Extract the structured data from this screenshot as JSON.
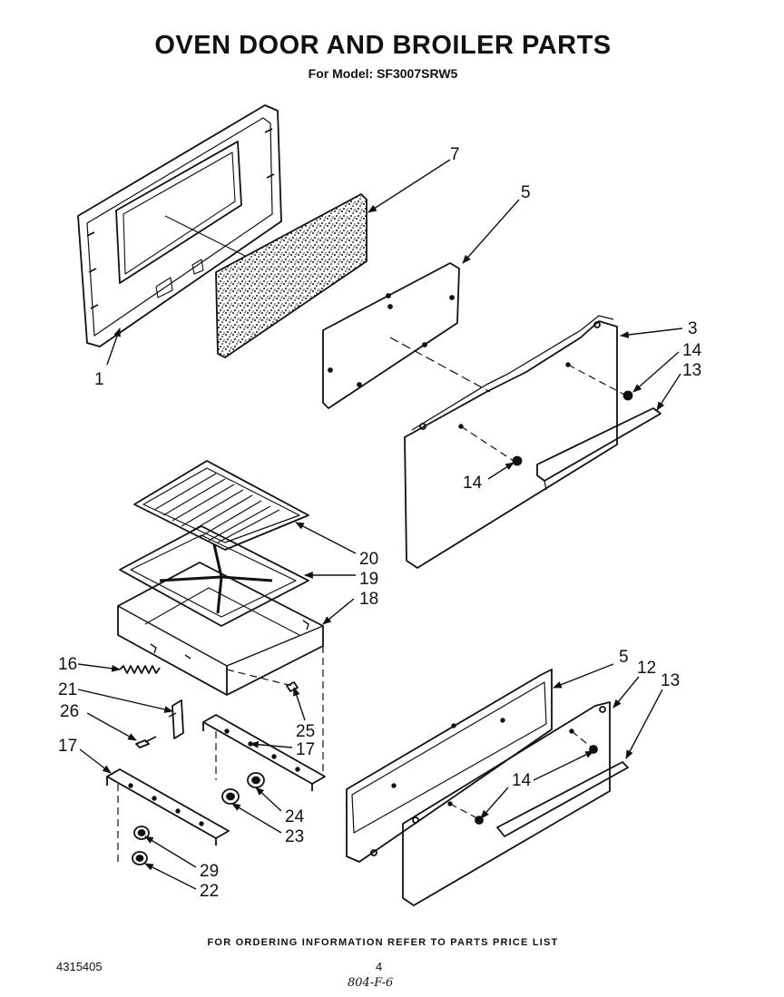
{
  "header": {
    "title": "OVEN DOOR AND BROILER PARTS",
    "subtitle": "For Model: SF3007SRW5"
  },
  "callouts": {
    "c1": "1",
    "c7": "7",
    "c5a": "5",
    "c3": "3",
    "c14a": "14",
    "c13a": "13",
    "c14b": "14",
    "c20": "20",
    "c19": "19",
    "c18": "18",
    "c16": "16",
    "c21": "21",
    "c26": "26",
    "c25": "25",
    "c17a": "17",
    "c17b": "17",
    "c24": "24",
    "c23": "23",
    "c29": "29",
    "c22": "22",
    "c5b": "5",
    "c12": "12",
    "c13b": "13",
    "c14c": "14"
  },
  "footer": {
    "note": "FOR ORDERING INFORMATION REFER TO PARTS PRICE LIST",
    "doc_number": "4315405",
    "page_number": "4",
    "handwritten": "804-F-6"
  }
}
